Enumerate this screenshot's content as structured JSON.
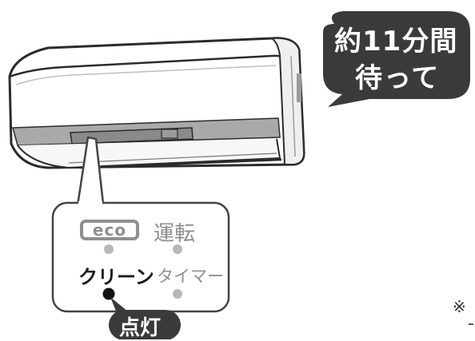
{
  "callout": {
    "line1": "約11分間",
    "line2": "待って"
  },
  "panel": {
    "eco_label": "eco",
    "run_label": "運転",
    "clean_label": "クリーン",
    "timer_label": "タイマー",
    "lit_label": "点灯"
  },
  "note": {
    "mark": "※"
  },
  "colors": {
    "bubble": "#3a3a3a",
    "lamp_off": "#b8b8b8",
    "lamp_on": "#111111",
    "unit_outline": "#2b2b2b",
    "panel_border": "#444444"
  },
  "lamps": {
    "eco": "off",
    "run": "off",
    "clean": "on",
    "timer": "off"
  }
}
